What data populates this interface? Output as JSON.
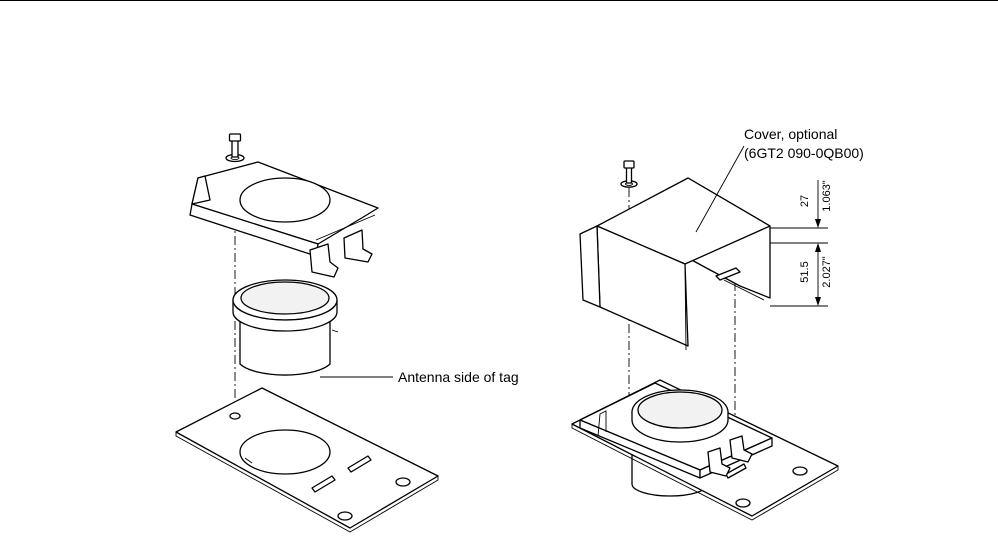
{
  "labels": {
    "antenna_side": "Antenna side of tag",
    "cover_line1": "Cover, optional",
    "cover_line2": "(6GT2 090-0QB00)"
  },
  "dimensions": {
    "top_mm": "27",
    "top_in": "1.063\"",
    "bottom_mm": "51.5",
    "bottom_in": "2.027\""
  }
}
